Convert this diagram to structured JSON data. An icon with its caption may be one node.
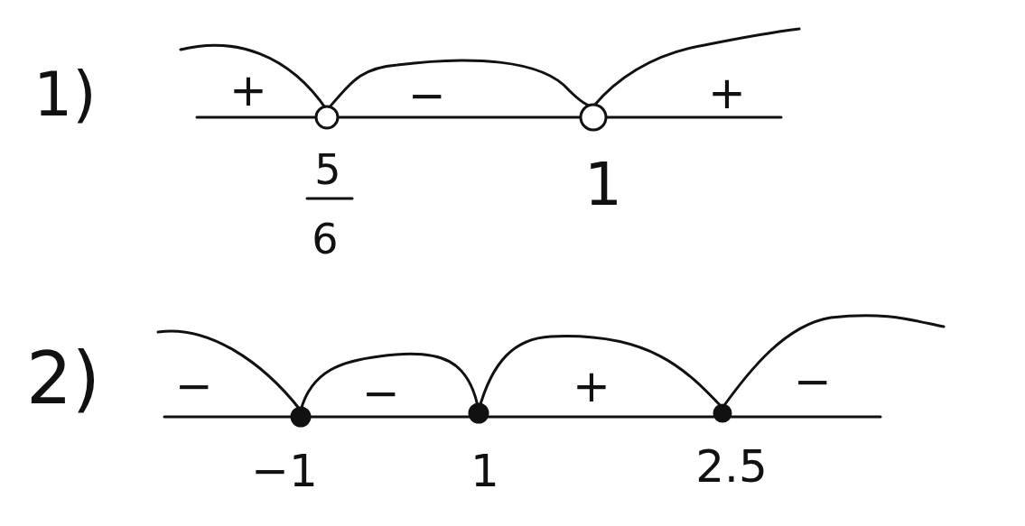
{
  "diagram": {
    "labels": [
      "1)",
      "+",
      "−",
      "+",
      "5",
      "1",
      "6",
      "2)",
      "−",
      "−",
      "+",
      "−",
      "−1",
      "1",
      "2.5"
    ]
  }
}
